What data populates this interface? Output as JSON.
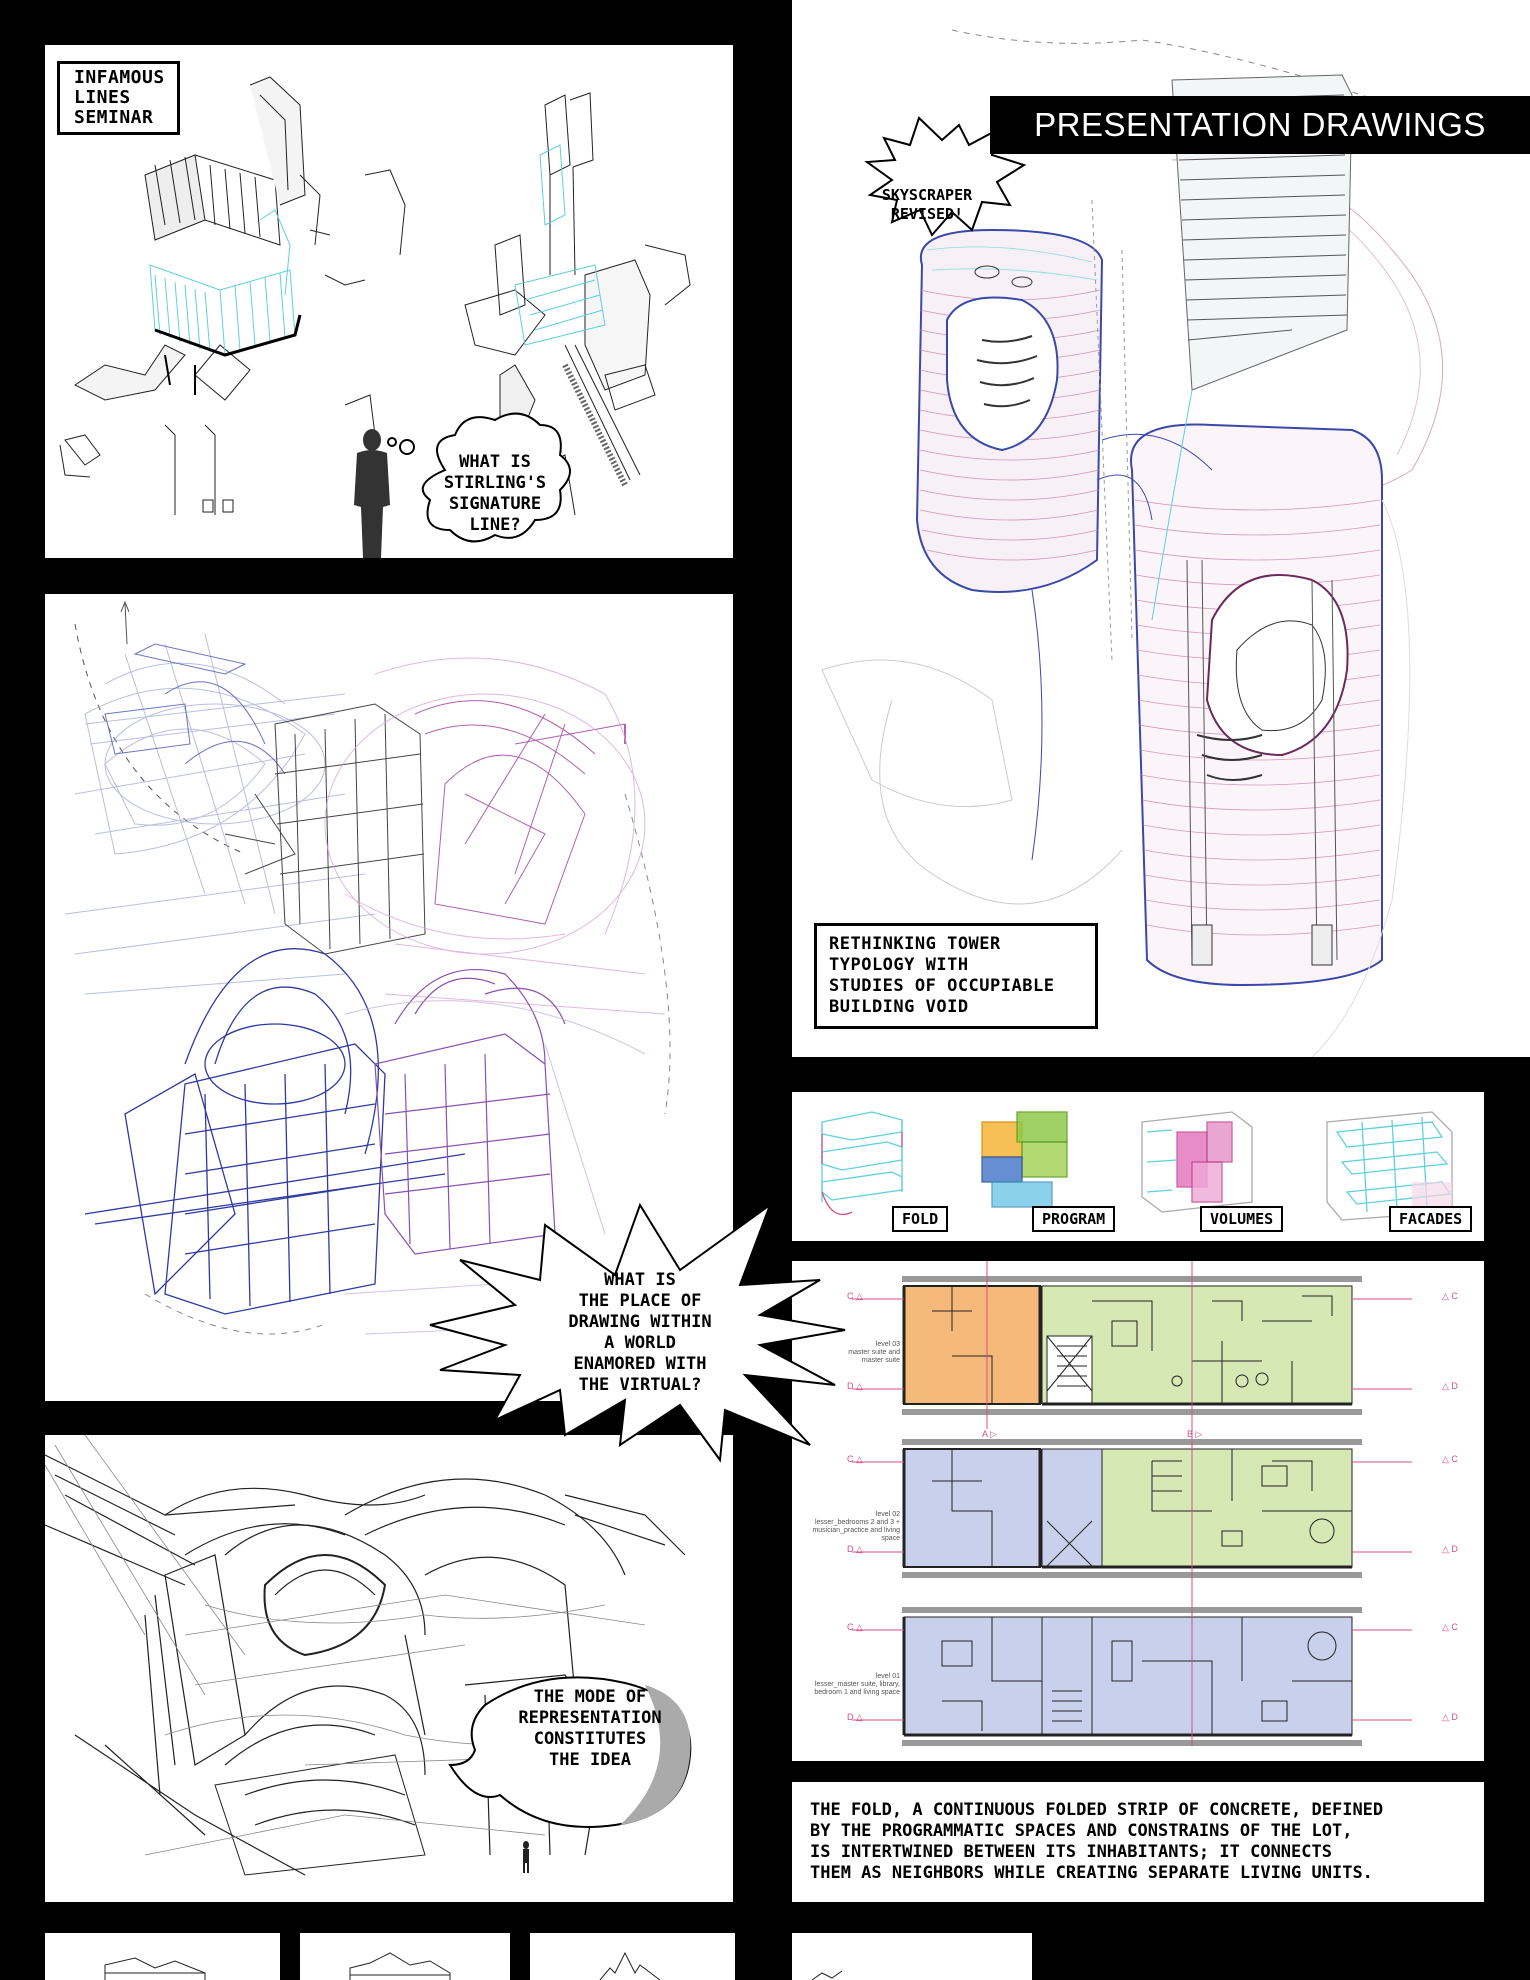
{
  "header": {
    "title": "PRESENTATION DRAWINGS"
  },
  "panels": {
    "seminar": {
      "label_lines": [
        "INFAMOUS",
        "LINES",
        "SEMINAR"
      ]
    },
    "tower": {
      "caption_lines": [
        "RETHINKING TOWER",
        "TYPOLOGY WITH",
        "STUDIES OF OCCUPIABLE",
        "BUILDING VOID"
      ]
    },
    "fold_diagrams": {
      "labels": [
        "FOLD",
        "PROGRAM",
        "VOLUMES",
        "FACADES"
      ]
    },
    "plans": {
      "section_marks": {
        "c": "C",
        "d": "D",
        "a": "A",
        "b": "B"
      },
      "levels": [
        {
          "name": "level 03",
          "desc": "master suite and master suite"
        },
        {
          "name": "level 02",
          "desc": "lesser_bedrooms 2 and 3 + musician_practice and living space"
        },
        {
          "name": "level 01",
          "desc": "lesser_master suite, library, bedroom 1 and living space"
        }
      ]
    },
    "fold_text": {
      "lines": [
        "THE FOLD, A CONTINUOUS FOLDED STRIP OF CONCRETE, DEFINED",
        "BY THE PROGRAMMATIC SPACES AND CONSTRAINS OF THE LOT,",
        "IS INTERTWINED BETWEEN ITS INHABITANTS; IT CONNECTS",
        "THEM AS NEIGHBORS WHILE CREATING SEPARATE LIVING UNITS."
      ]
    }
  },
  "bubbles": {
    "stirling": {
      "lines": [
        "WHAT IS",
        "STIRLING'S",
        "SIGNATURE",
        "LINE?"
      ]
    },
    "skyscraper": {
      "lines": [
        "SKYSCRAPER",
        "REVISED!"
      ]
    },
    "drawing": {
      "lines": [
        "WHAT IS",
        "THE PLACE OF",
        "DRAWING WITHIN",
        "A WORLD",
        "ENAMORED WITH",
        "THE VIRTUAL?"
      ]
    },
    "mode": {
      "lines": [
        "THE MODE OF",
        "REPRESENTATION",
        "CONSTITUTES",
        "THE IDEA"
      ]
    }
  },
  "colors": {
    "background": "#000000",
    "panel": "#ffffff",
    "cyan": "#5fd0dc",
    "magenta": "#c04080",
    "blue": "#3a48a8",
    "purple": "#9a50b8",
    "orange": "#f5b97a",
    "green": "#d6e8b4",
    "lavender": "#c9d0ec",
    "pink_marks": "#d0508a"
  }
}
